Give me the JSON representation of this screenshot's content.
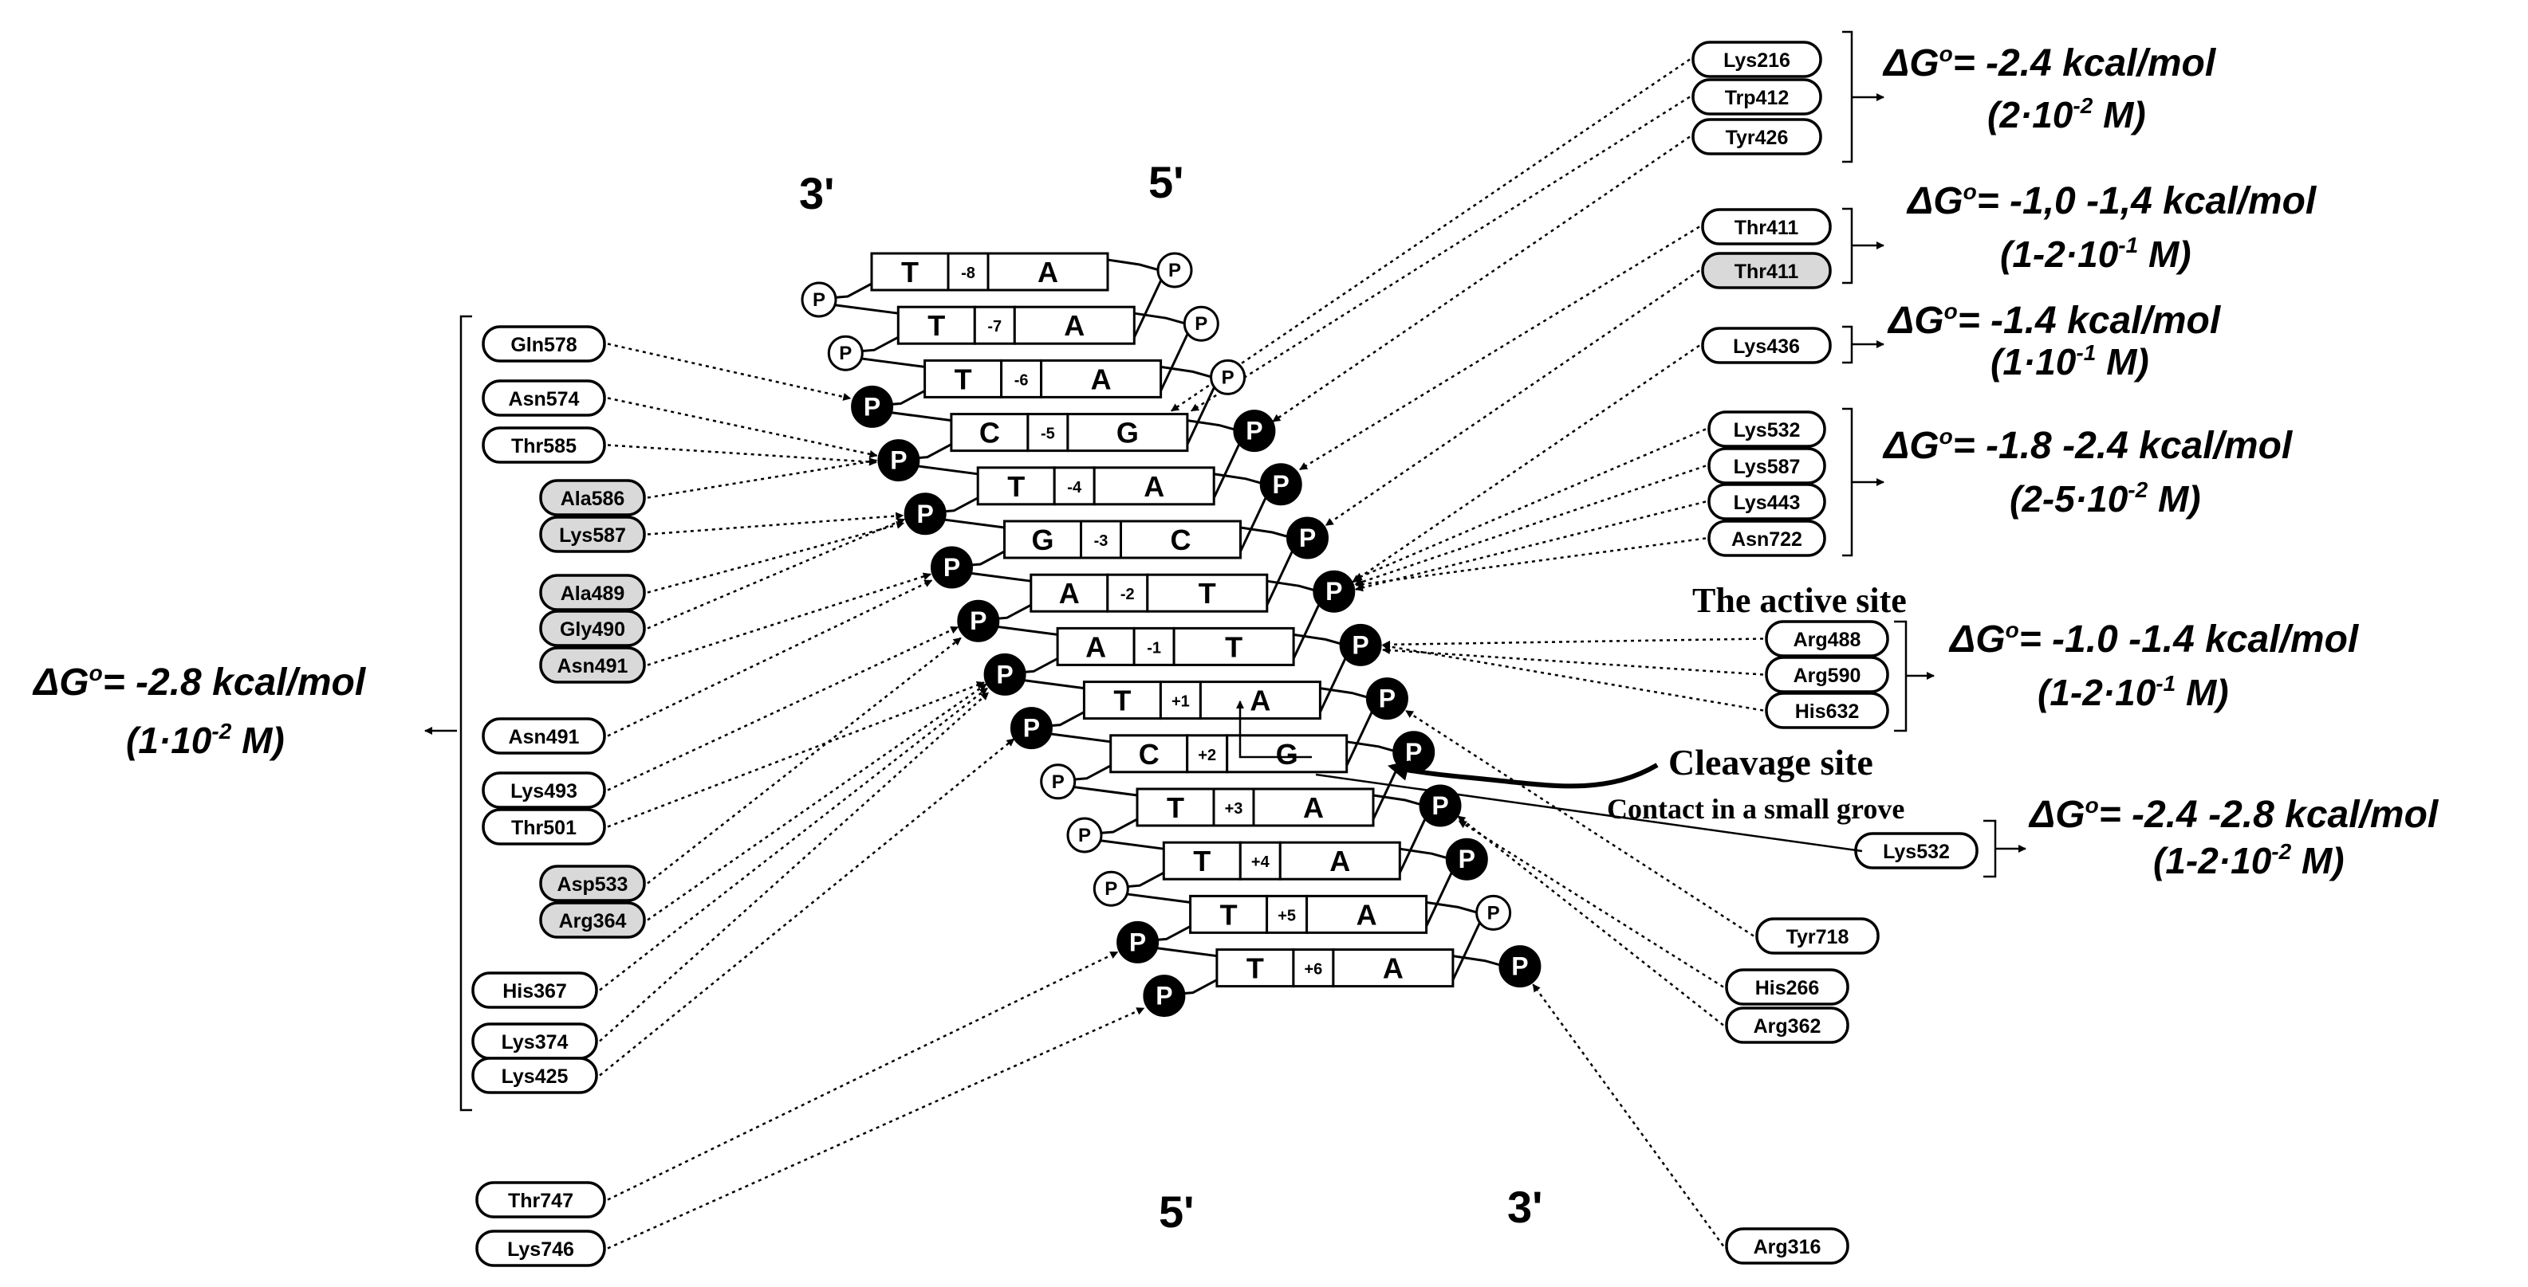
{
  "strand_labels": {
    "top_left": "3'",
    "top_right": "5'",
    "bottom_left": "5'",
    "bottom_right": "3'"
  },
  "base_pairs": [
    {
      "left": "T",
      "pos": "-8",
      "right": "A"
    },
    {
      "left": "T",
      "pos": "-7",
      "right": "A"
    },
    {
      "left": "T",
      "pos": "-6",
      "right": "A"
    },
    {
      "left": "C",
      "pos": "-5",
      "right": "G"
    },
    {
      "left": "T",
      "pos": "-4",
      "right": "A"
    },
    {
      "left": "G",
      "pos": "-3",
      "right": "C"
    },
    {
      "left": "A",
      "pos": "-2",
      "right": "T"
    },
    {
      "left": "A",
      "pos": "-1",
      "right": "T"
    },
    {
      "left": "T",
      "pos": "+1",
      "right": "A"
    },
    {
      "left": "C",
      "pos": "+2",
      "right": "G"
    },
    {
      "left": "T",
      "pos": "+3",
      "right": "A"
    },
    {
      "left": "T",
      "pos": "+4",
      "right": "A"
    },
    {
      "left": "T",
      "pos": "+5",
      "right": "A"
    },
    {
      "left": "T",
      "pos": "+6",
      "right": "A"
    }
  ],
  "phosphate_label": "P",
  "phosphates": {
    "left": [
      "open",
      "open",
      "filled",
      "filled",
      "filled",
      "filled",
      "filled",
      "filled",
      "filled",
      "open",
      "open",
      "open",
      "filled",
      "filled"
    ],
    "right": [
      "open",
      "open",
      "open",
      "filled",
      "filled",
      "filled",
      "filled",
      "filled",
      "filled",
      "filled",
      "filled",
      "filled",
      "open",
      "filled"
    ]
  },
  "residues": [
    {
      "label": "Gln578",
      "shaded": false
    },
    {
      "label": "Asn574",
      "shaded": false
    },
    {
      "label": "Thr585",
      "shaded": false
    },
    {
      "label": "Ala586",
      "shaded": true
    },
    {
      "label": "Lys587",
      "shaded": true
    },
    {
      "label": "Ala489",
      "shaded": true
    },
    {
      "label": "Gly490",
      "shaded": true
    },
    {
      "label": "Asn491",
      "shaded": true
    },
    {
      "label": "Asn491",
      "shaded": false
    },
    {
      "label": "Lys493",
      "shaded": false
    },
    {
      "label": "Thr501",
      "shaded": false
    },
    {
      "label": "Asp533",
      "shaded": true
    },
    {
      "label": "Arg364",
      "shaded": true
    },
    {
      "label": "His367",
      "shaded": false
    },
    {
      "label": "Lys374",
      "shaded": false
    },
    {
      "label": "Lys425",
      "shaded": false
    },
    {
      "label": "Thr747",
      "shaded": false
    },
    {
      "label": "Lys746",
      "shaded": false
    },
    {
      "label": "Lys216",
      "shaded": false
    },
    {
      "label": "Trp412",
      "shaded": false
    },
    {
      "label": "Tyr426",
      "shaded": false
    },
    {
      "label": "Thr411",
      "shaded": false
    },
    {
      "label": "Thr411",
      "shaded": true
    },
    {
      "label": "Lys436",
      "shaded": false
    },
    {
      "label": "Lys532",
      "shaded": false
    },
    {
      "label": "Lys587",
      "shaded": false
    },
    {
      "label": "Lys443",
      "shaded": false
    },
    {
      "label": "Asn722",
      "shaded": false
    },
    {
      "label": "Arg488",
      "shaded": false
    },
    {
      "label": "Arg590",
      "shaded": false
    },
    {
      "label": "His632",
      "shaded": false
    },
    {
      "label": "Lys532",
      "shaded": false
    },
    {
      "label": "Tyr718",
      "shaded": false
    },
    {
      "label": "His266",
      "shaded": false
    },
    {
      "label": "Arg362",
      "shaded": false
    },
    {
      "label": "Arg316",
      "shaded": false
    }
  ],
  "annotations": {
    "left_group": {
      "delta": "ΔG",
      "sup": "o",
      "value": "= -2.8 kcal/mol",
      "conc_pre": "(1·10",
      "conc_exp": "-2",
      "conc_post": " M)"
    },
    "group1": {
      "delta": "ΔG",
      "sup": "o",
      "value": "= -2.4 kcal/mol",
      "conc_pre": "(2·10",
      "conc_exp": "-2",
      "conc_post": " M)"
    },
    "group2": {
      "delta": "ΔG",
      "sup": "o",
      "value": "= -1,0  -1,4 kcal/mol",
      "conc_pre": "(1-2·10",
      "conc_exp": "-1",
      "conc_post": " M)"
    },
    "group3": {
      "delta": "ΔG",
      "sup": "o",
      "value": "= -1.4 kcal/mol",
      "conc_pre": "(1·10",
      "conc_exp": "-1",
      "conc_post": " M)"
    },
    "group4": {
      "delta": "ΔG",
      "sup": "o",
      "value": "= -1.8  -2.4 kcal/mol",
      "conc_pre": "(2-5·10",
      "conc_exp": "-2",
      "conc_post": " M)"
    },
    "group5": {
      "delta": "ΔG",
      "sup": "o",
      "value": "= -1.0  -1.4 kcal/mol",
      "conc_pre": "(1-2·10",
      "conc_exp": "-1",
      "conc_post": " M)"
    },
    "group6": {
      "delta": "ΔG",
      "sup": "o",
      "value": "= -2.4  -2.8 kcal/mol",
      "conc_pre": "(1-2·10",
      "conc_exp": "-2",
      "conc_post": " M)"
    }
  },
  "labels": {
    "active_site": "The active site",
    "cleavage_site": "Cleavage site",
    "small_groove": "Contact in a small grove"
  }
}
